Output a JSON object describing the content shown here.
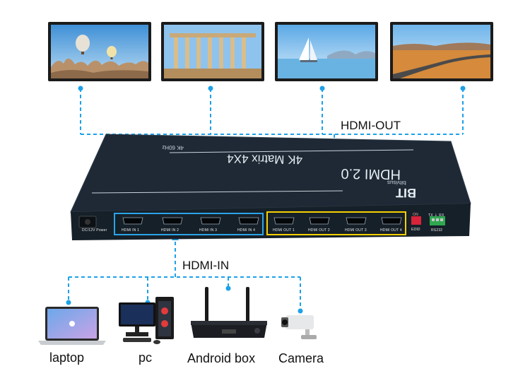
{
  "labels": {
    "hdmi_out": "HDMI-OUT",
    "hdmi_in": "HDMI-IN"
  },
  "device": {
    "model": "HDMI 2.0",
    "subtitle": "4K Matrix 4X4",
    "resolution": "4K 60Hz",
    "brand": "BIT",
    "brand_sub": "bitvisus",
    "power_label": "DC/12V Power",
    "inputs": [
      "HDMI IN 1",
      "HDMI IN 2",
      "HDMI IN 3",
      "HDMI IN 4"
    ],
    "outputs": [
      "HDMI OUT 1",
      "HDMI OUT 2",
      "HDMI OUT 3",
      "HDMI OUT 4"
    ],
    "edid_label": "EDID",
    "rs232_label": "RS232",
    "rs232_pins": "TX  ⏚  RX",
    "dip_marks": "ON"
  },
  "sources": [
    {
      "name": "laptop"
    },
    {
      "name": "pc"
    },
    {
      "name": "Android box"
    },
    {
      "name": "Camera"
    }
  ],
  "colors": {
    "connector": "#1da1e8",
    "device_body": "#1c2632",
    "input_box": "#2aa4e8",
    "output_box": "#f5d000"
  }
}
